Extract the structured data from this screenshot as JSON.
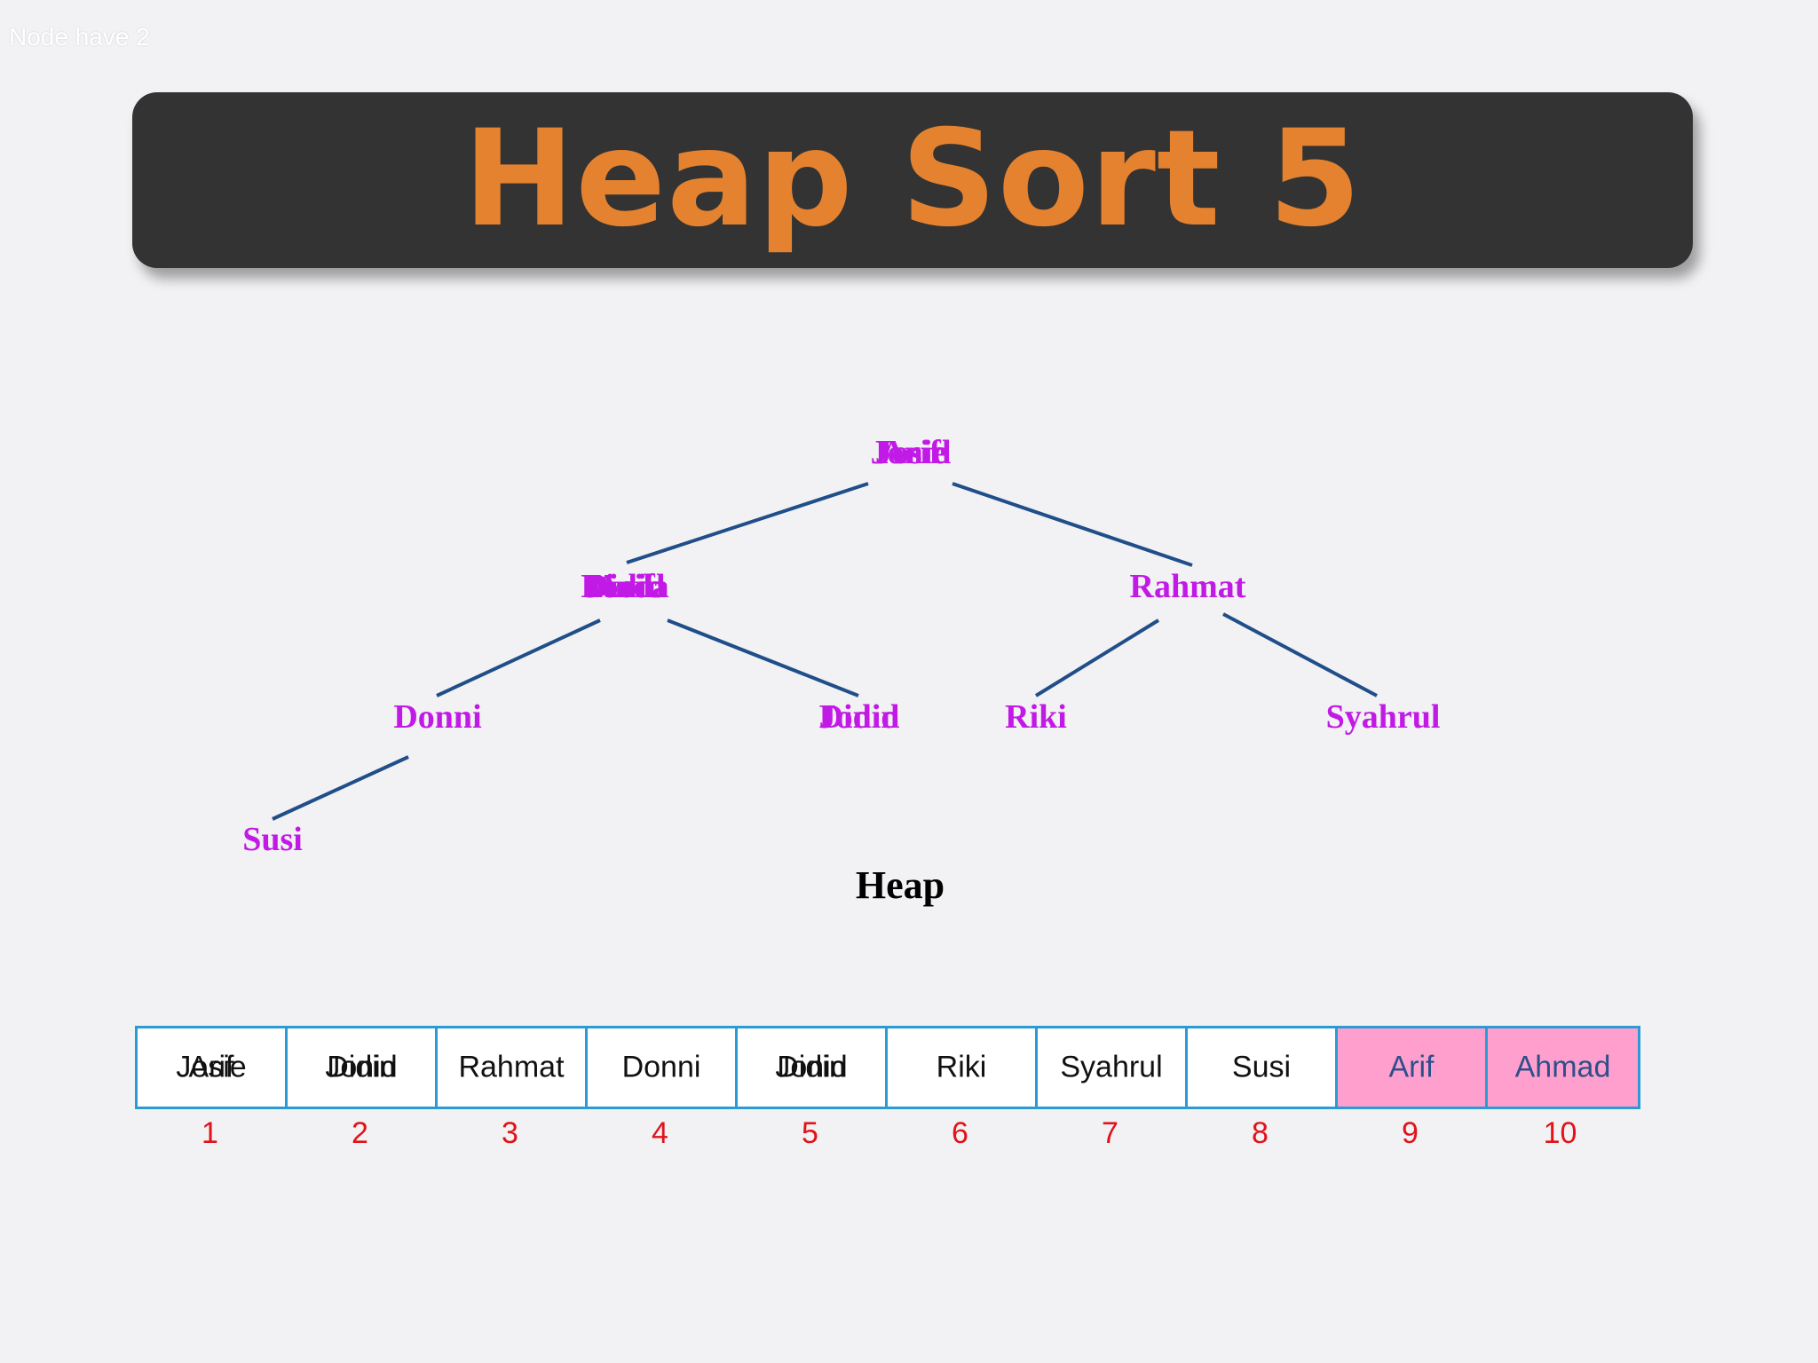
{
  "corner_note": "Node have 2",
  "title": "Heap Sort 5",
  "tree": {
    "caption": "Heap",
    "nodes": [
      {
        "id": "n1",
        "labels": [
          "Jonid",
          "Josie",
          "Arif"
        ]
      },
      {
        "id": "n2",
        "labels": [
          "Didin",
          "Jonid",
          "Arif",
          "Dinda"
        ]
      },
      {
        "id": "n3",
        "labels": [
          "Rahmat"
        ]
      },
      {
        "id": "n4",
        "labels": [
          "Donni"
        ]
      },
      {
        "id": "n5",
        "labels": [
          "Jonid",
          "Didin"
        ]
      },
      {
        "id": "n6",
        "labels": [
          "Riki"
        ]
      },
      {
        "id": "n7",
        "labels": [
          "Syahrul"
        ]
      },
      {
        "id": "n8",
        "labels": [
          "Susi"
        ]
      }
    ],
    "edges": [
      [
        "n1",
        "n2"
      ],
      [
        "n1",
        "n3"
      ],
      [
        "n2",
        "n4"
      ],
      [
        "n2",
        "n5"
      ],
      [
        "n3",
        "n6"
      ],
      [
        "n3",
        "n7"
      ],
      [
        "n4",
        "n8"
      ]
    ]
  },
  "array": {
    "cells": [
      {
        "labels": [
          "Josie",
          "Arif"
        ],
        "sorted": false
      },
      {
        "labels": [
          "Jonid",
          "Didin"
        ],
        "sorted": false
      },
      {
        "labels": [
          "Rahmat"
        ],
        "sorted": false
      },
      {
        "labels": [
          "Donni"
        ],
        "sorted": false
      },
      {
        "labels": [
          "Jonid",
          "Didin"
        ],
        "sorted": false
      },
      {
        "labels": [
          "Riki"
        ],
        "sorted": false
      },
      {
        "labels": [
          "Syahrul"
        ],
        "sorted": false
      },
      {
        "labels": [
          "Susi"
        ],
        "sorted": false
      },
      {
        "labels": [
          "Arif"
        ],
        "sorted": true
      },
      {
        "labels": [
          "Ahmad"
        ],
        "sorted": true
      }
    ],
    "indices": [
      "1",
      "2",
      "3",
      "4",
      "5",
      "6",
      "7",
      "8",
      "9",
      "10"
    ]
  },
  "colors": {
    "title_text": "#e5822f",
    "title_bar": "#333333",
    "node_text": "#c21ae6",
    "edge": "#1f4e89",
    "cell_border": "#2b9bd6",
    "sorted_fill": "#ff9fcd",
    "index_text": "#e0131a"
  }
}
